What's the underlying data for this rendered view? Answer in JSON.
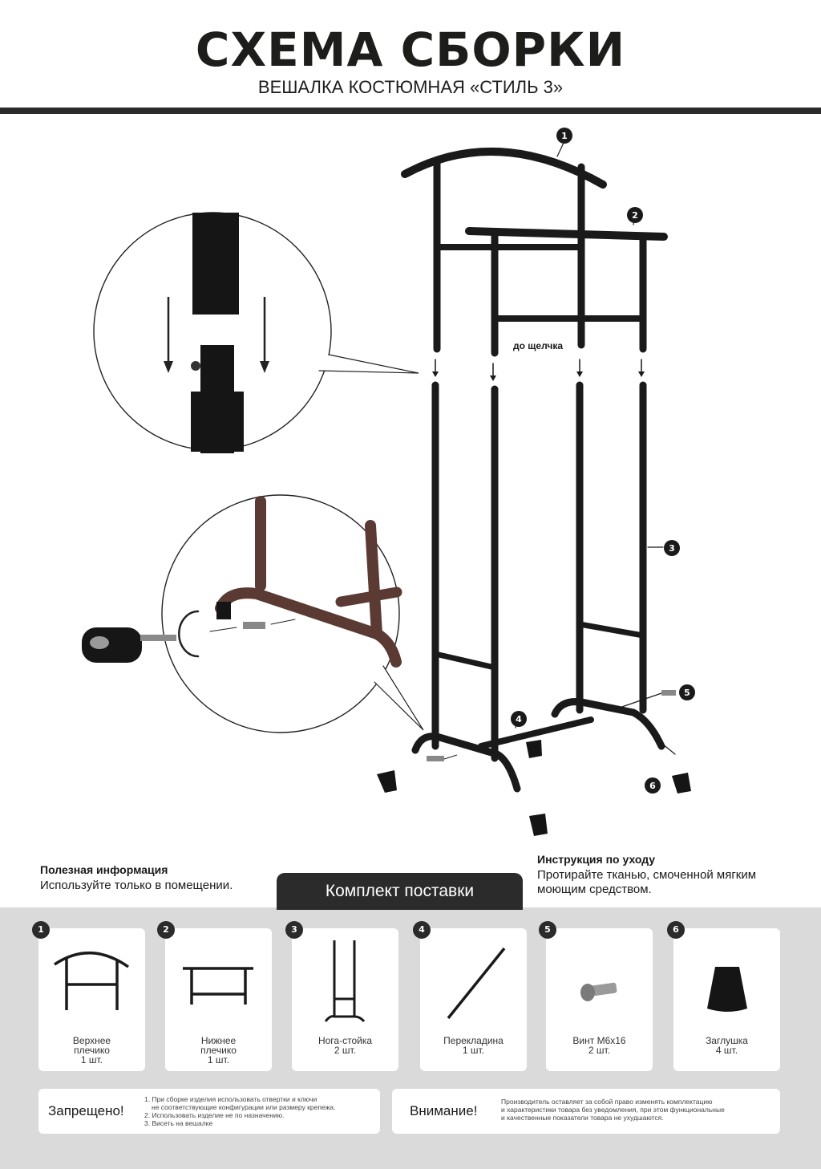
{
  "header": {
    "title": "СХЕМА СБОРКИ",
    "subtitle": "ВЕШАЛКА КОСТЮМНАЯ «СТИЛЬ 3»"
  },
  "diagram": {
    "click_note": "до щелчка",
    "callouts": [
      "1",
      "2",
      "3",
      "4",
      "5",
      "6"
    ]
  },
  "useful_info": {
    "title": "Полезная информация",
    "text": "Используйте только в помещении."
  },
  "care": {
    "title": "Инструкция по уходу",
    "line1": "Протирайте тканью, смоченной мягким",
    "line2": "моющим средством."
  },
  "kit": {
    "title": "Комплект поставки",
    "items": [
      {
        "num": "1",
        "line1": "Верхнее",
        "line2": "плечико",
        "qty": "1 шт."
      },
      {
        "num": "2",
        "line1": "Нижнее",
        "line2": "плечико",
        "qty": "1 шт."
      },
      {
        "num": "3",
        "line1": "Нога-стойка",
        "line2": "",
        "qty": "2 шт."
      },
      {
        "num": "4",
        "line1": "Перекладина",
        "line2": "",
        "qty": "1 шт."
      },
      {
        "num": "5",
        "line1": "Винт М6х16",
        "line2": "",
        "qty": "2 шт."
      },
      {
        "num": "6",
        "line1": "Заглушка",
        "line2": "",
        "qty": "4 шт."
      }
    ]
  },
  "forbidden": {
    "title": "Запрещено!",
    "lines": [
      "1. При сборке изделия использовать отвертки и ключи",
      "не соответствующие конфигурации или размеру крепежа.",
      "2. Использовать изделие не по назначению.",
      "3. Висеть на вешалке"
    ]
  },
  "attention": {
    "title": "Внимание!",
    "lines": [
      "Производитель оставляет за собой право изменять комплектацию",
      "и характеристики товара без уведомления, при этом функциональные",
      "и качественные показатели товара не ухудшаются."
    ]
  },
  "colors": {
    "dark": "#2b2b2b",
    "panel": "#dadada",
    "frame": "#1a1a1a",
    "bronze": "#5a3a32"
  }
}
